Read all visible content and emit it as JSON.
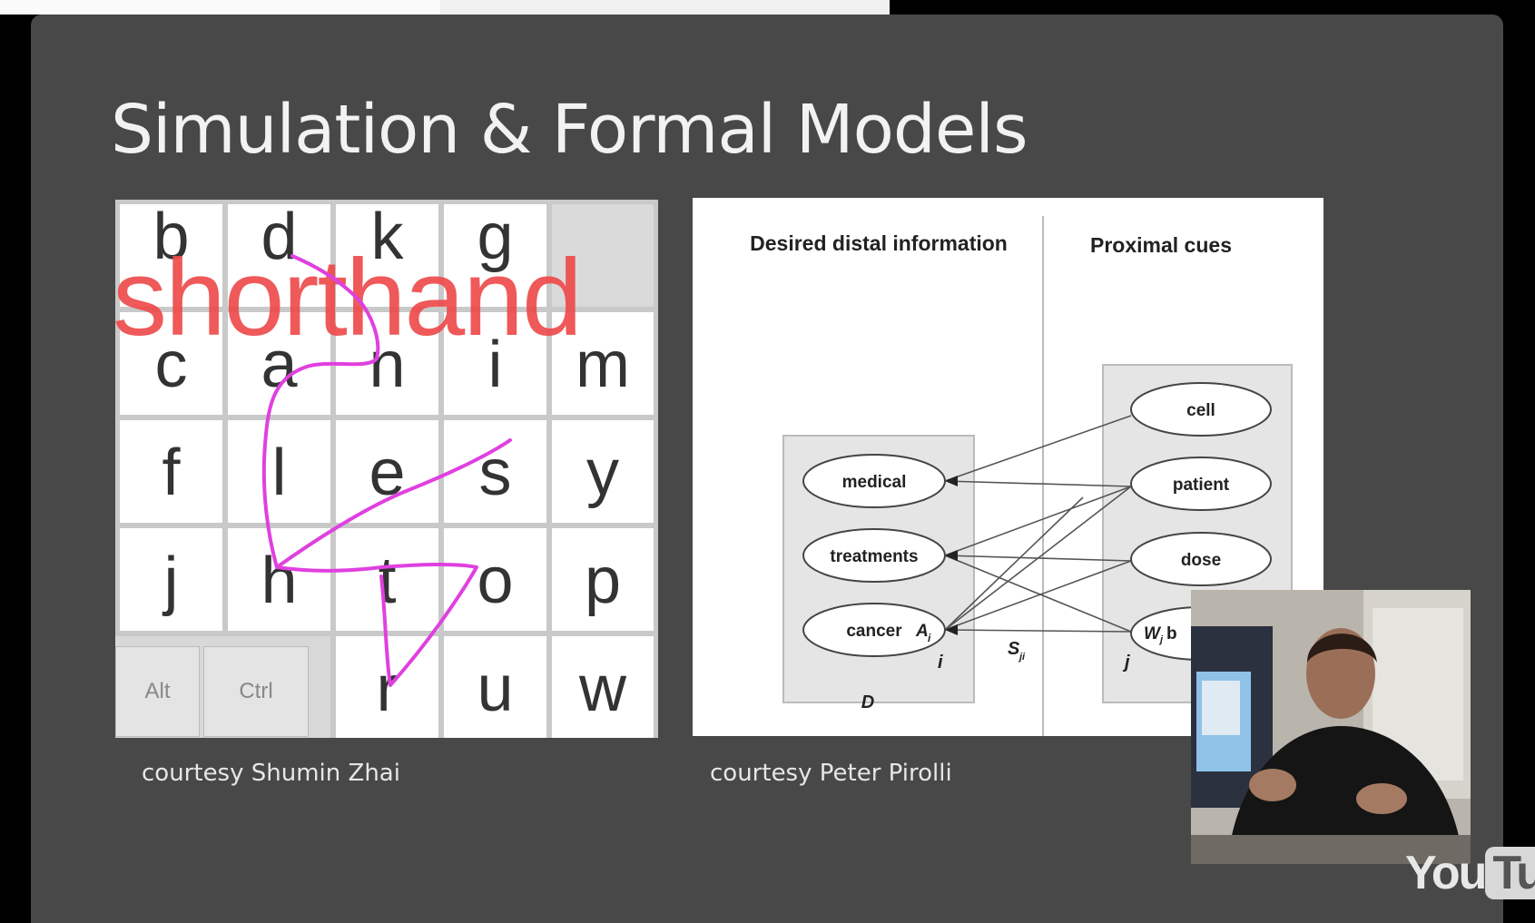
{
  "slide": {
    "title": "Simulation & Formal Models",
    "credit_left": "courtesy Shumin Zhai",
    "credit_right": "courtesy Peter Pirolli"
  },
  "keyboard": {
    "rows": [
      [
        "b",
        "d",
        "k",
        "g",
        ""
      ],
      [
        "c",
        "a",
        "n",
        "i",
        "m"
      ],
      [
        "f",
        "l",
        "e",
        "s",
        "y"
      ],
      [
        "j",
        "h",
        "t",
        "o",
        "p"
      ],
      [
        "",
        "",
        "r",
        "u",
        "w"
      ]
    ],
    "modifiers": [
      "Alt",
      "Ctrl"
    ],
    "overlay_word": "shorthand",
    "overlay_color": "#ee4b4b",
    "gesture_color": "#e040e0"
  },
  "diagram": {
    "left_header": "Desired distal information",
    "right_header": "Proximal cues",
    "distal_nodes": [
      "medical",
      "treatments",
      "cancer"
    ],
    "cancer_subscript": "A",
    "cancer_sub_i": "i",
    "cue_nodes": [
      "cell",
      "patient",
      "dose",
      "W"
    ],
    "cue_partial": "b",
    "cue_sub_j": "j",
    "label_i": "i",
    "label_j": "j",
    "label_D": "D",
    "label_S": "S",
    "label_S_sub": "ji"
  },
  "watermark": {
    "you": "You",
    "tube": "Tub"
  }
}
